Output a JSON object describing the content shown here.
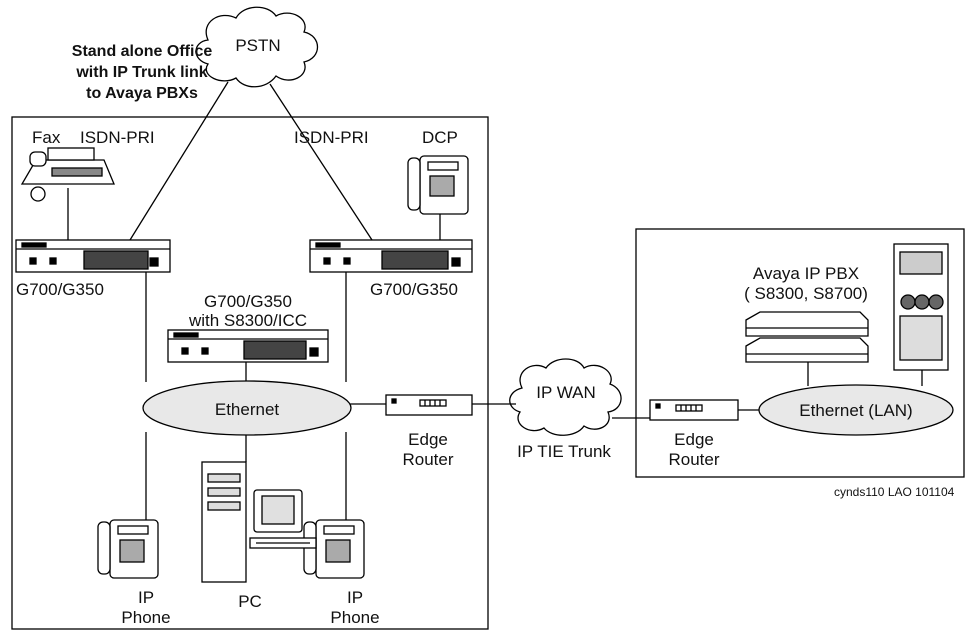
{
  "title": {
    "line1": "Stand alone Office",
    "line2": "with IP Trunk link",
    "line3": "to Avaya PBXs"
  },
  "clouds": {
    "pstn": "PSTN",
    "ip_wan": "IP WAN"
  },
  "links": {
    "isdn_left": "ISDN-PRI",
    "isdn_right": "ISDN-PRI",
    "ip_tie_trunk": "IP TIE Trunk"
  },
  "office": {
    "fax": "Fax",
    "dcp": "DCP",
    "gateway_left": "G700/G350",
    "gateway_right": "G700/G350",
    "gateway_center_line1": "G700/G350",
    "gateway_center_line2": "with S8300/ICC",
    "ethernet": "Ethernet",
    "edge_router_line1": "Edge",
    "edge_router_line2": "Router",
    "pc": "PC",
    "ip_phone_left_line1": "IP",
    "ip_phone_left_line2": "Phone",
    "ip_phone_right_line1": "IP",
    "ip_phone_right_line2": "Phone"
  },
  "remote": {
    "pbx_line1": "Avaya IP PBX",
    "pbx_line2": "( S8300, S8700)",
    "ethernet_lan": "Ethernet (LAN)",
    "edge_router_line1": "Edge",
    "edge_router_line2": "Router"
  },
  "figure_id": "cynds110 LAO  101104"
}
